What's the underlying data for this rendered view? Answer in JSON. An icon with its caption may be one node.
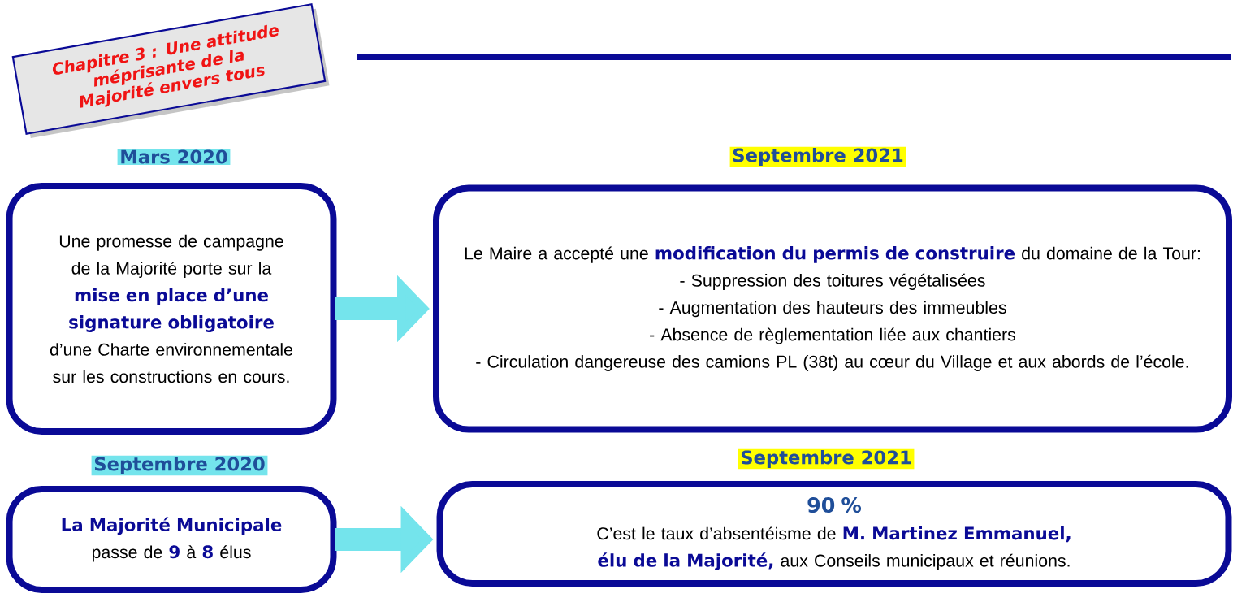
{
  "diagram": {
    "nodes": [
      {
        "text": [
          "Chapitre 3 : Une attitude méprisante de la Majorité envers tous"
        ]
      },
      {
        "text": [
          "Une promesse de campagne de la Majorité porte sur la **mise en place d’une signature obligatoire** d’une Charte environnementale sur les constructions en cours."
        ],
        "beside": [
          "Mars 2020"
        ]
      },
      {
        "text": [
          "Le Maire a accepté une **modification du permis de construire** du domaine de la Tour:",
          "- Suppression des toitures végétalisées",
          "- Augmentation des hauteurs des immeubles",
          "- Absence de règlementation liée aux chantiers",
          "- Circulation dangereuse des camions PL (38t) au cœur du Village et aux abords de l’école."
        ],
        "beside": [
          "Septembre 2021"
        ]
      },
      {
        "text": [
          "**La Majorité Municipale** passe de **9** à **8** élus"
        ],
        "beside": [
          "Septembre 2020"
        ]
      },
      {
        "text": [
          "90 %",
          "C’est le taux d’absentéisme de **M. Martinez Emmanuel, élu de la Majorité,** aux Conseils municipaux et réunions."
        ],
        "beside": [
          "Septembre 2021"
        ]
      }
    ],
    "edges": [
      {
        "from": 1,
        "to": 2,
        "arrow": "to"
      },
      {
        "from": 3,
        "to": 4,
        "arrow": "to"
      }
    ]
  }
}
